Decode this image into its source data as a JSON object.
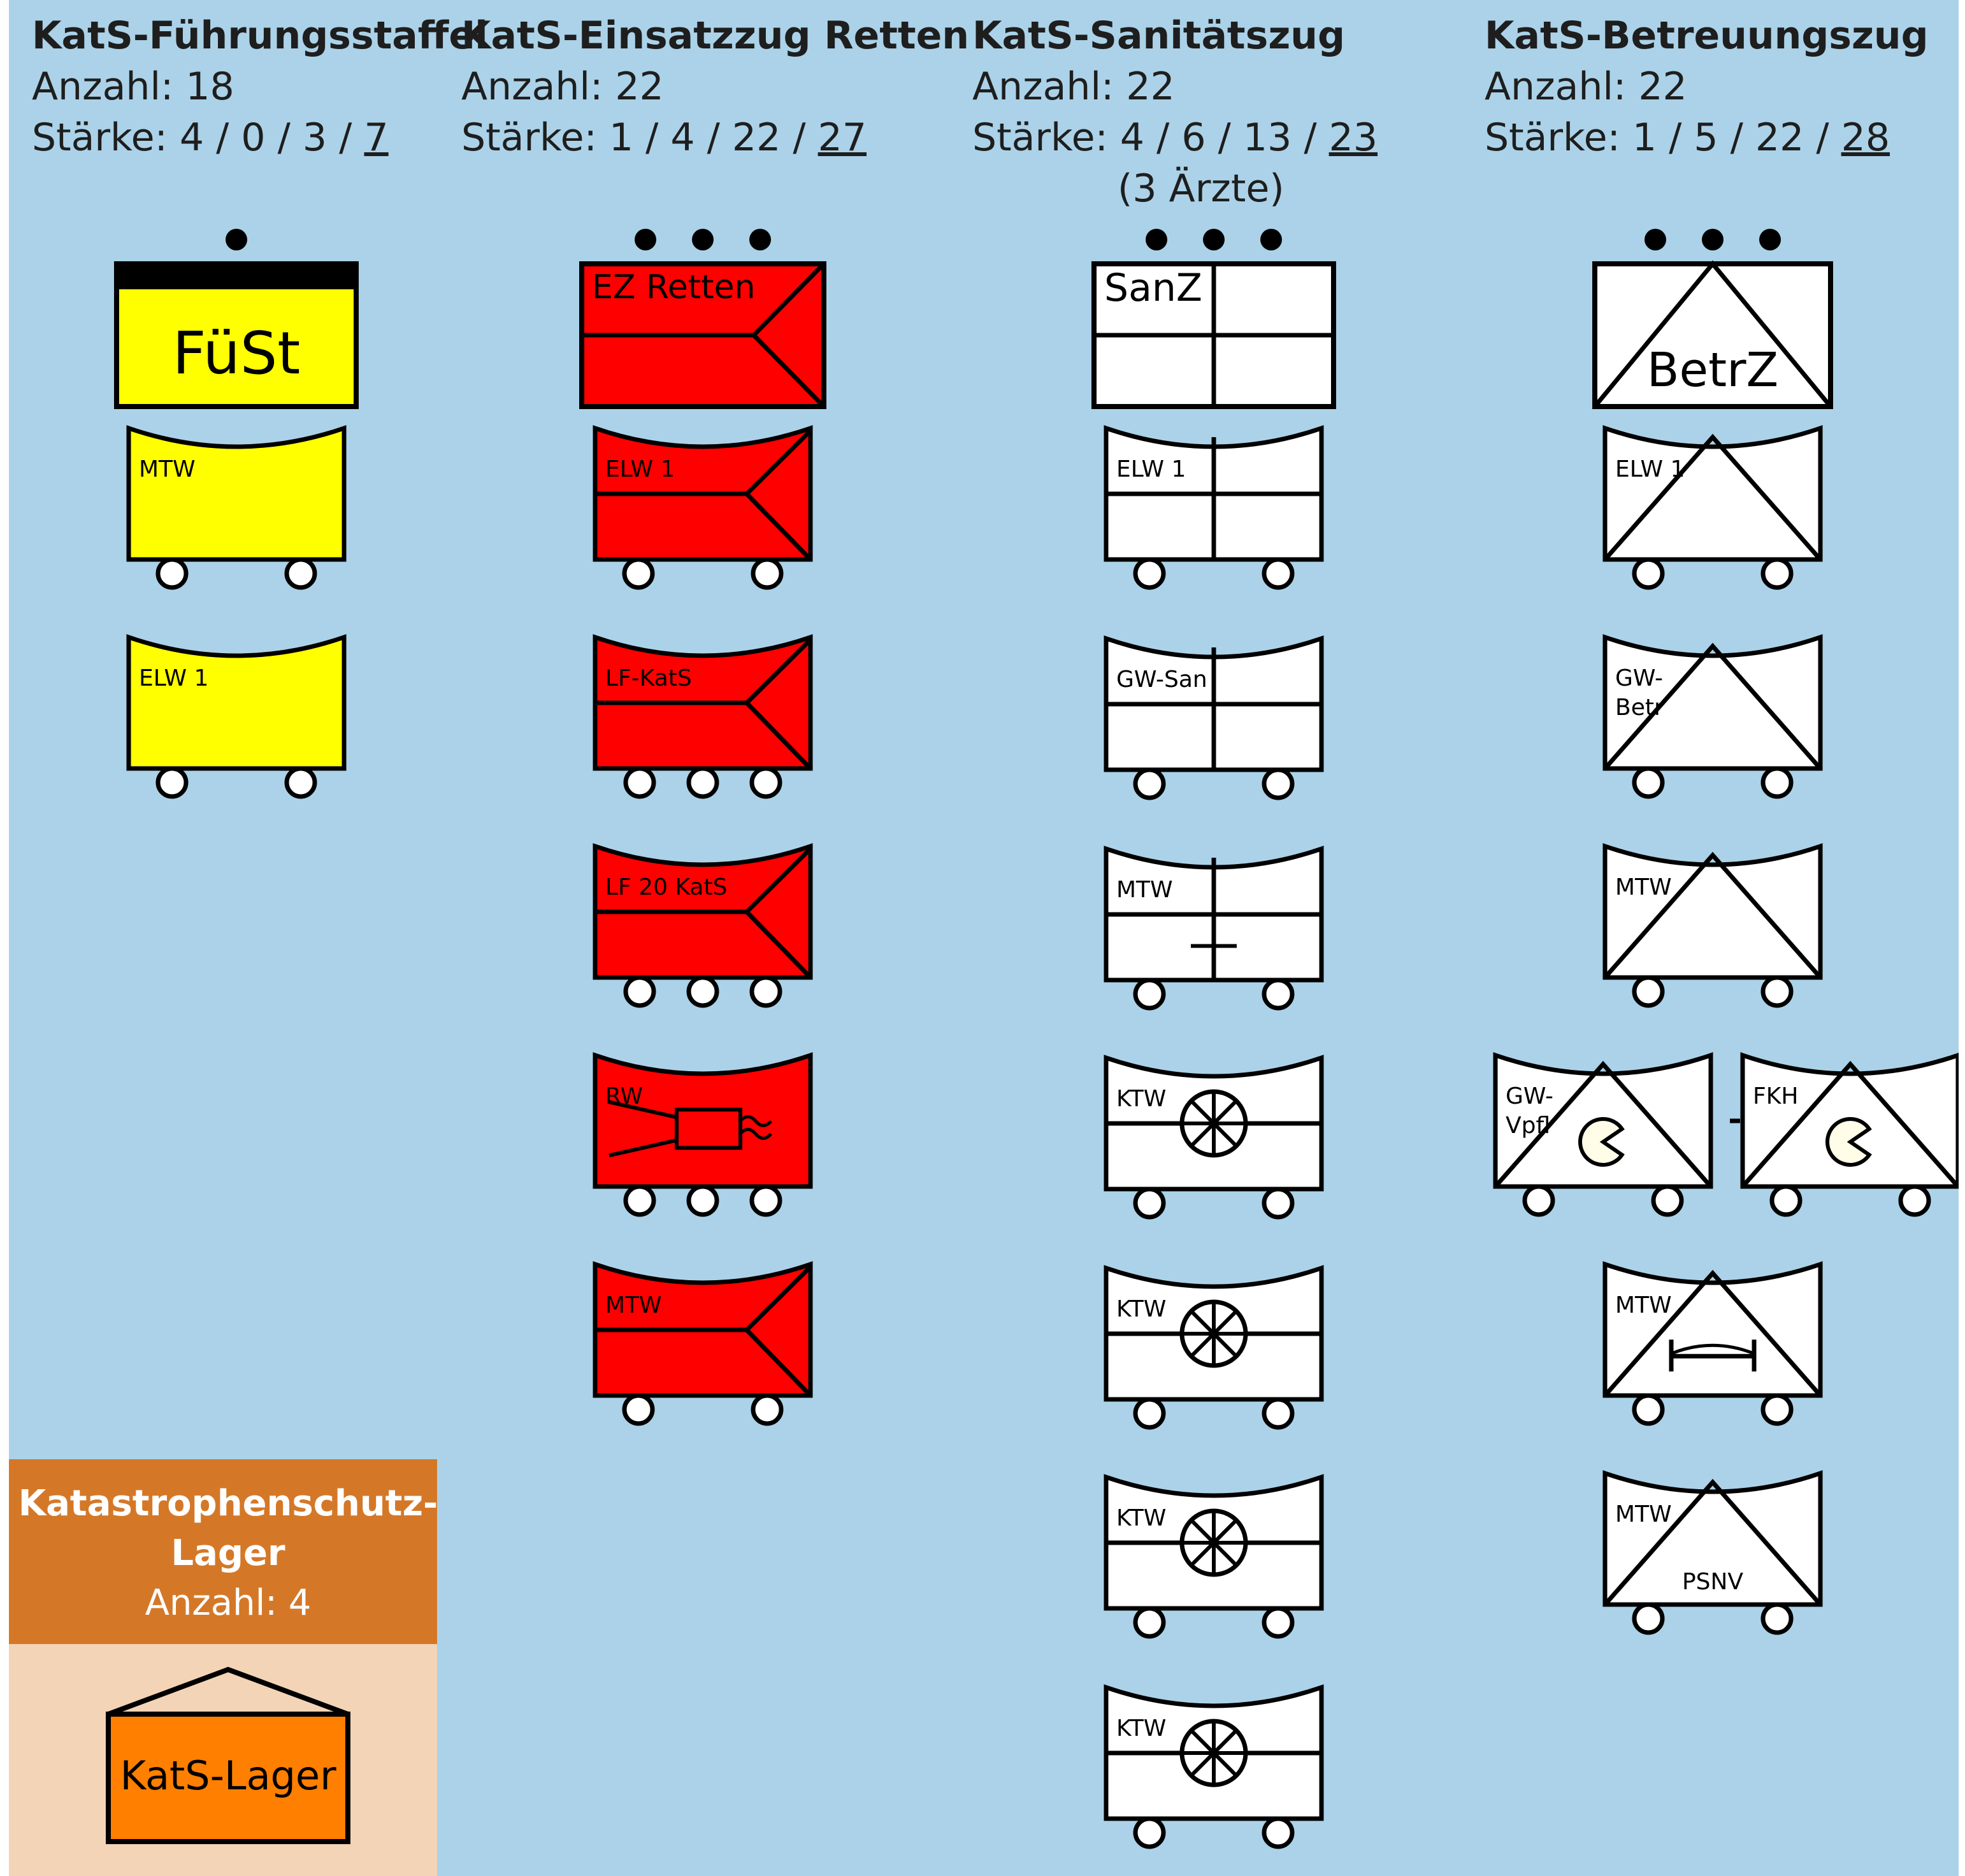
{
  "colors": {
    "background": "#abd2e8",
    "fuehrung": "#ffff00",
    "retten": "#ff0000",
    "white": "#ffffff",
    "lager_header": "#d47828",
    "lager_body": "#f4d4b6",
    "lager_symbol": "#ff7f00",
    "outline": "#000000"
  },
  "units": [
    {
      "title": "KatS-Führungsstaffel",
      "count_label": "Anzahl: 18",
      "strength_prefix": "Stärke:  4 / 0 / 3 / ",
      "strength_total": "7",
      "extra": "",
      "symbol": {
        "label": "FüSt",
        "style": "yellow-staff"
      },
      "vehicles": [
        {
          "label": "MTW",
          "style": "yellow"
        },
        {
          "label": "ELW 1",
          "style": "yellow"
        }
      ]
    },
    {
      "title": "KatS-Einsatzzug Retten",
      "count_label": "Anzahl: 22",
      "strength_prefix": "Stärke:  1 / 4 / 22 / ",
      "strength_total": "27",
      "extra": "",
      "symbol": {
        "label": "EZ Retten",
        "style": "red-chevron"
      },
      "vehicles": [
        {
          "label": "ELW 1",
          "style": "red-chevron"
        },
        {
          "label": "LF-KatS",
          "style": "red-chevron"
        },
        {
          "label": "LF 20 KatS",
          "style": "red-chevron"
        },
        {
          "label": "RW",
          "style": "red-rw"
        },
        {
          "label": "MTW",
          "style": "red-chevron"
        }
      ]
    },
    {
      "title": "KatS-Sanitätszug",
      "count_label": "Anzahl: 22",
      "strength_prefix": "Stärke:  4 / 6 / 13 / ",
      "strength_total": "23",
      "extra": "(3 Ärzte)",
      "symbol": {
        "label": "SanZ",
        "style": "white-cross"
      },
      "vehicles": [
        {
          "label": "ELW 1",
          "style": "white-cross"
        },
        {
          "label": "GW-San",
          "style": "white-cross"
        },
        {
          "label": "MTW",
          "style": "white-mtw-san"
        },
        {
          "label": "KTW",
          "style": "white-ktw"
        },
        {
          "label": "KTW",
          "style": "white-ktw"
        },
        {
          "label": "KTW",
          "style": "white-ktw"
        },
        {
          "label": "KTW",
          "style": "white-ktw"
        }
      ]
    },
    {
      "title": "KatS-Betreuungszug",
      "count_label": "Anzahl: 22",
      "strength_prefix": "Stärke:  1 / 5 / 22 / ",
      "strength_total": "28",
      "extra": "",
      "symbol": {
        "label": "BetrZ",
        "style": "white-tent"
      },
      "vehicles": [
        {
          "label": "ELW 1",
          "style": "white-tent"
        },
        {
          "label": "GW-\nBetr",
          "style": "white-tent"
        },
        {
          "label": "MTW",
          "style": "white-tent"
        },
        {
          "label": "GW-\nVpfl",
          "style": "white-tent-food"
        },
        {
          "label": "FKH",
          "style": "white-tent-food"
        },
        {
          "label": "MTW",
          "style": "white-tent-bed"
        },
        {
          "label": "MTW",
          "style": "white-tent-psnv",
          "sublabel": "PSNV"
        }
      ]
    }
  ],
  "lager": {
    "title_line1": "Katastrophenschutz-",
    "title_line2": "Lager",
    "count_label": "Anzahl: 4",
    "symbol_label": "KatS-Lager"
  }
}
